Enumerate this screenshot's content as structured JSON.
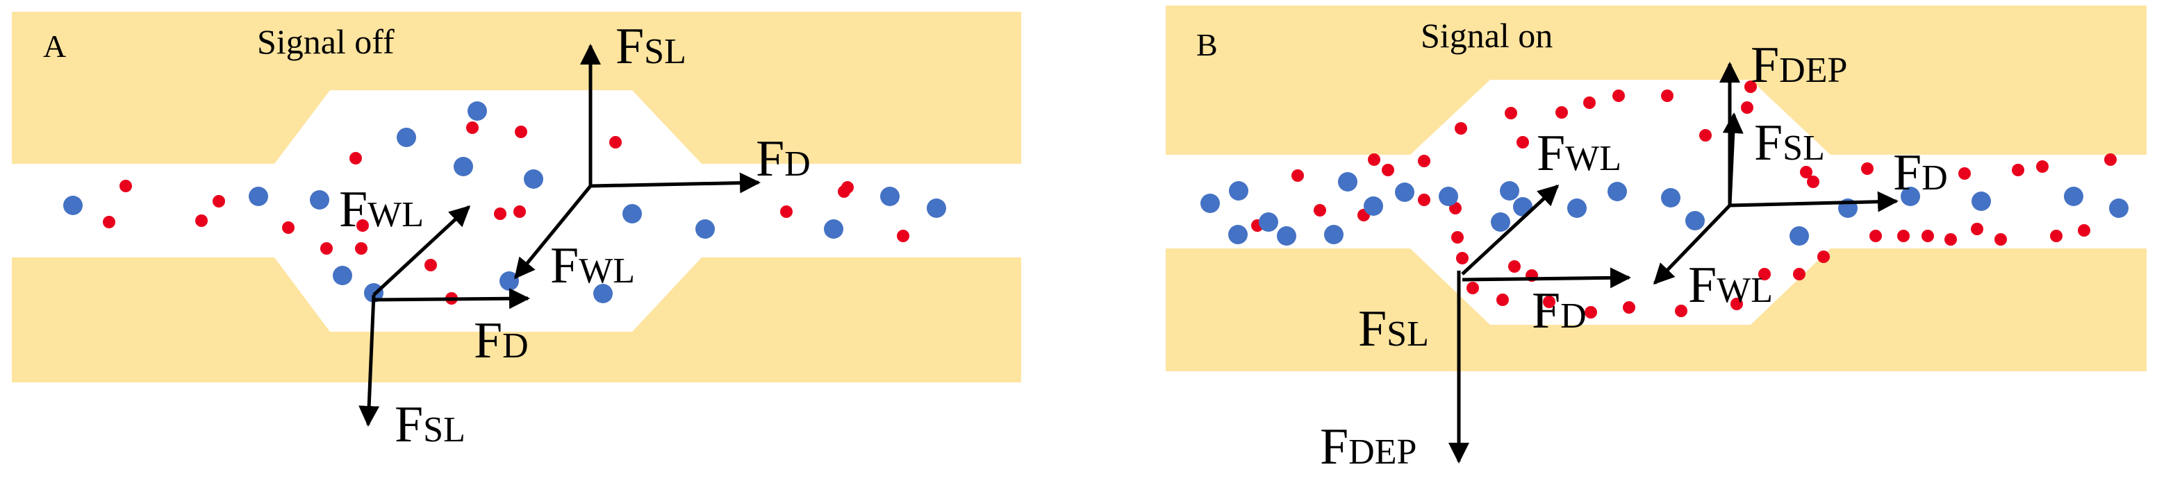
{
  "colors": {
    "channel_fill": "#fde49f",
    "channel_bg": "#ffffff",
    "blue_particle": "#4472c4",
    "red_particle": "#e8001c",
    "arrow": "#000000"
  },
  "panels": [
    {
      "letter": "A",
      "title": "Signal off",
      "labels": [
        {
          "main": "F",
          "sub": "SL"
        },
        {
          "main": "F",
          "sub": "D"
        },
        {
          "main": "F",
          "sub": "WL"
        },
        {
          "main": "F",
          "sub": "WL"
        },
        {
          "main": "F",
          "sub": "D"
        },
        {
          "main": "F",
          "sub": "SL"
        }
      ]
    },
    {
      "letter": "B",
      "title": "Signal on",
      "labels": [
        {
          "main": "F",
          "sub": "DEP"
        },
        {
          "main": "F",
          "sub": "SL"
        },
        {
          "main": "F",
          "sub": "D"
        },
        {
          "main": "F",
          "sub": "WL"
        },
        {
          "main": "F",
          "sub": "WL"
        },
        {
          "main": "F",
          "sub": "D"
        },
        {
          "main": "F",
          "sub": "SL"
        },
        {
          "main": "F",
          "sub": "DEP"
        }
      ]
    }
  ]
}
